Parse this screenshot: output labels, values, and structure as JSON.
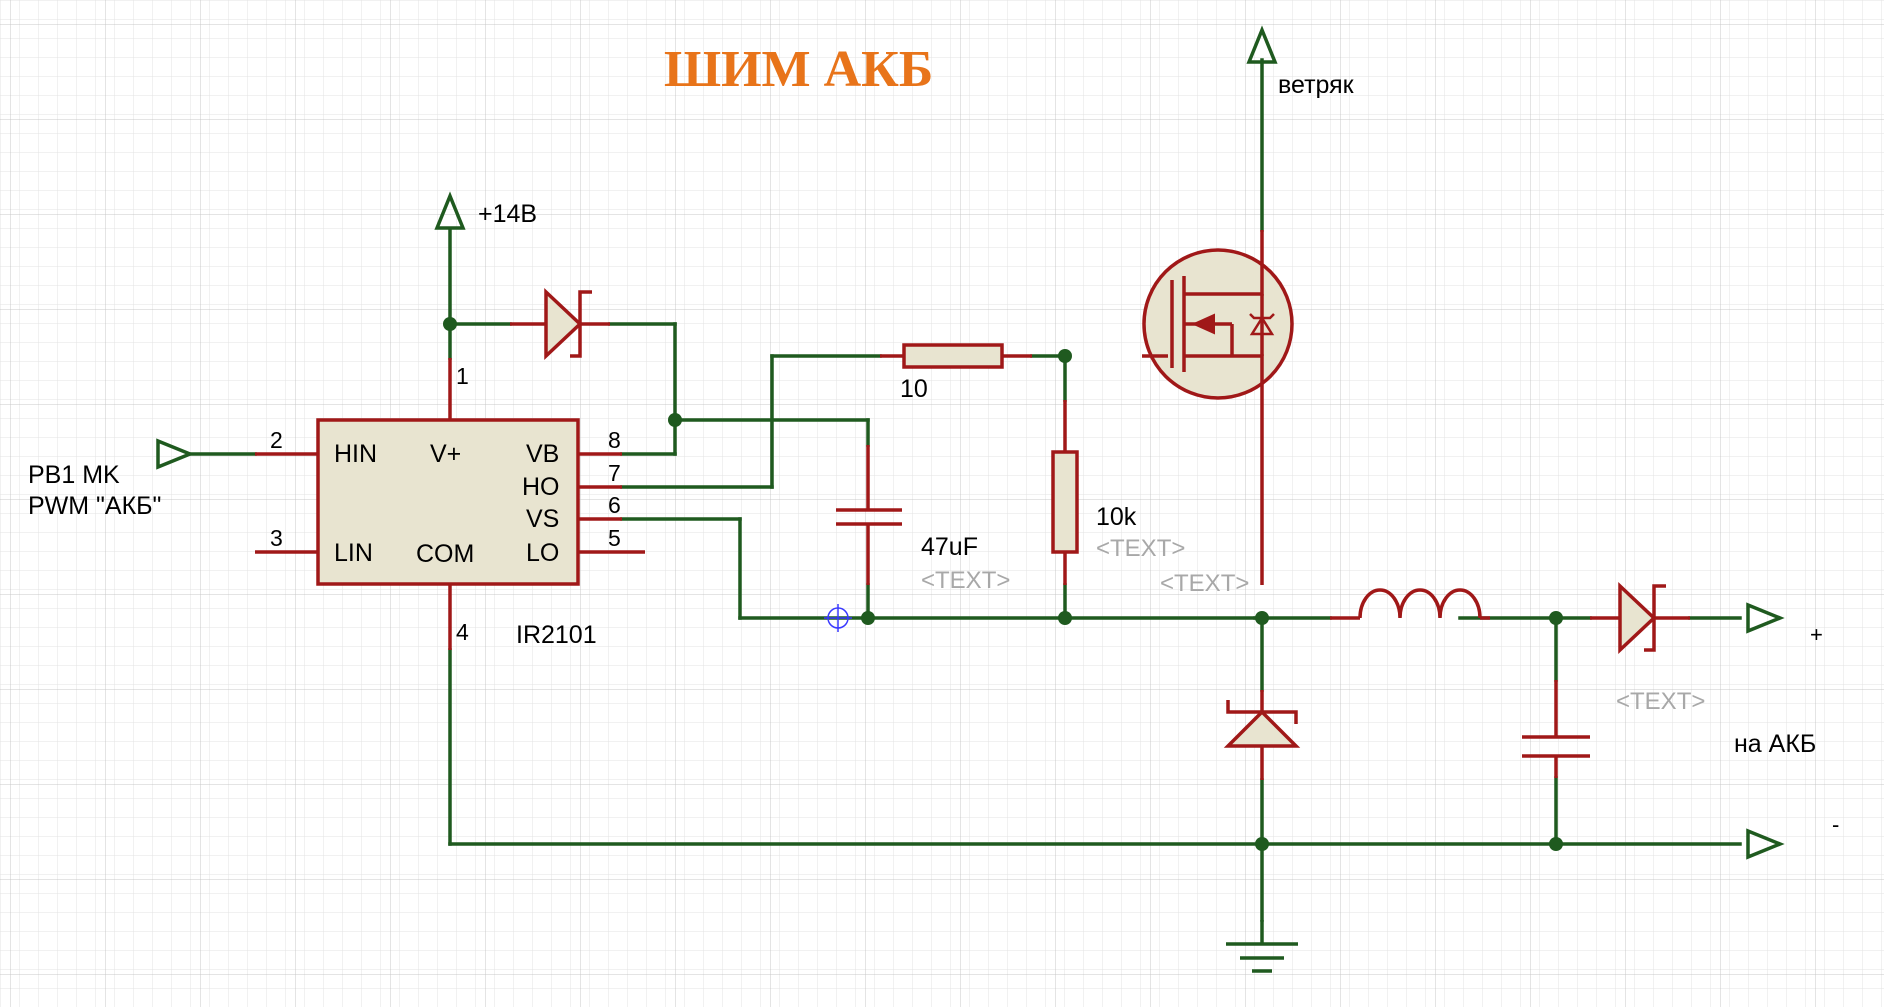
{
  "title": "ШИМ АКБ",
  "colors": {
    "title": "#e8741a",
    "wire": "#1f5a1f",
    "component": "#a01818",
    "body_fill": "#e8e4d0",
    "grid_minor": "#e3e3e3",
    "grid_major": "#c8c8c8",
    "placeholder": "#a8a8a8"
  },
  "driver": {
    "name": "IR2101",
    "pins": {
      "hin": "HIN",
      "vplus": "V+",
      "vb": "VB",
      "ho": "HO",
      "vs": "VS",
      "lin": "LIN",
      "com": "COM",
      "lo": "LO"
    },
    "pin_numbers": {
      "p1": "1",
      "p2": "2",
      "p3": "3",
      "p4": "4",
      "p5": "5",
      "p6": "6",
      "p7": "7",
      "p8": "8"
    }
  },
  "labels": {
    "input_line1": "PB1 MK",
    "input_line2": "PWM \"АКБ\"",
    "supply": "+14В",
    "wind": "ветряк",
    "gate_resistor": "10",
    "pulldown_resistor": "10k",
    "bootstrap_cap": "47uF",
    "placeholder": "<TEXT>",
    "out_plus": "+",
    "out_minus": "-",
    "to_battery": "на АКБ"
  },
  "icons": {
    "terminal": "arrow-terminal-icon",
    "diode": "diode-icon",
    "mosfet": "n-mosfet-icon",
    "ground": "ground-icon"
  }
}
